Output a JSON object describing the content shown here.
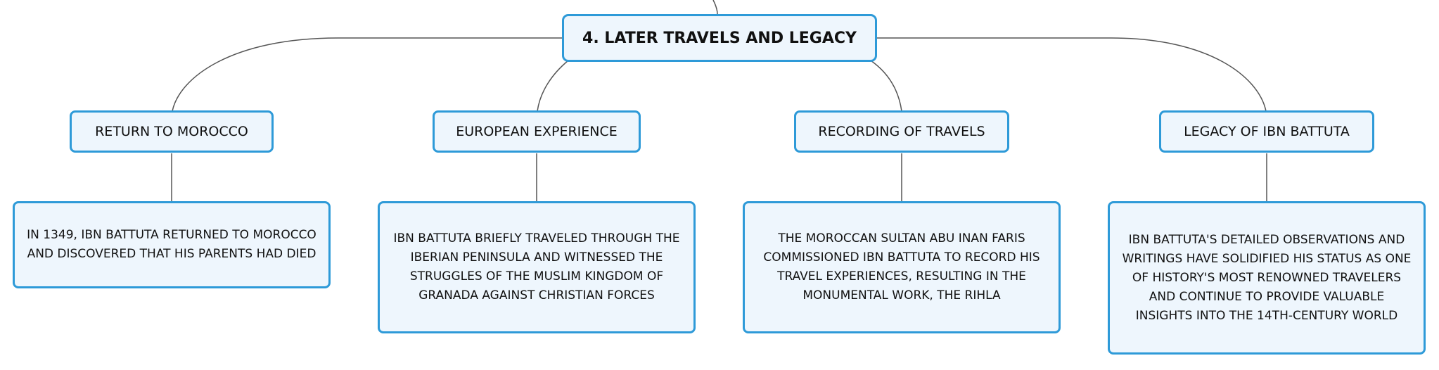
{
  "root": {
    "label": "4. LATER TRAVELS AND LEGACY"
  },
  "branches": [
    {
      "title": "RETURN TO MOROCCO",
      "detail": "IN 1349, IBN BATTUTA RETURNED TO MOROCCO AND DISCOVERED THAT HIS PARENTS HAD DIED"
    },
    {
      "title": "EUROPEAN EXPERIENCE",
      "detail": "IBN BATTUTA BRIEFLY TRAVELED THROUGH THE IBERIAN PENINSULA AND WITNESSED THE STRUGGLES OF THE MUSLIM KINGDOM OF GRANADA AGAINST CHRISTIAN FORCES"
    },
    {
      "title": "RECORDING OF TRAVELS",
      "detail": "THE MOROCCAN SULTAN ABU INAN FARIS COMMISSIONED IBN BATTUTA TO RECORD HIS TRAVEL EXPERIENCES, RESULTING IN THE MONUMENTAL WORK, THE RIHLA"
    },
    {
      "title": "LEGACY OF IBN BATTUTA",
      "detail": "IBN BATTUTA'S DETAILED OBSERVATIONS AND WRITINGS HAVE SOLIDIFIED HIS STATUS AS ONE OF HISTORY'S MOST RENOWNED TRAVELERS AND CONTINUE TO PROVIDE VALUABLE INSIGHTS INTO THE 14TH-CENTURY WORLD"
    }
  ],
  "colors": {
    "node_border": "#2e9ad8",
    "node_fill": "#eef6fd",
    "connector": "#555555",
    "text": "#111111"
  }
}
